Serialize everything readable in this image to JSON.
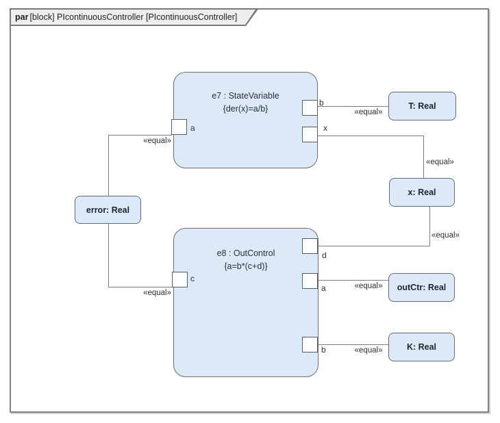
{
  "diagram": {
    "header": {
      "keyword": "par",
      "title": "[block] PIcontinuousController [PIcontinuousController]"
    },
    "constraint_blocks": [
      {
        "id": "e7",
        "title": "e7 : StateVariable",
        "constraint": "{der(x)=a/b}",
        "ports": [
          {
            "label": "a"
          },
          {
            "label": "b"
          },
          {
            "label": "x"
          }
        ]
      },
      {
        "id": "e8",
        "title": "e8 : OutControl",
        "constraint": "{a=b*(c+d)}",
        "ports": [
          {
            "label": "c"
          },
          {
            "label": "d"
          },
          {
            "label": "a"
          },
          {
            "label": "b"
          }
        ]
      }
    ],
    "value_nodes": [
      {
        "label": "T: Real"
      },
      {
        "label": "x: Real"
      },
      {
        "label": "error: Real"
      },
      {
        "label": "outCtr: Real"
      },
      {
        "label": "K: Real"
      }
    ],
    "connectors": [
      {
        "from": "error: Real",
        "to": "e7.a",
        "label": "«equal»"
      },
      {
        "from": "error: Real",
        "to": "e8.c",
        "label": "«equal»"
      },
      {
        "from": "e7.b",
        "to": "T: Real",
        "label": "«equal»"
      },
      {
        "from": "e7.x",
        "to": "x: Real",
        "label": "«equal»"
      },
      {
        "from": "x: Real",
        "to": "e8.d",
        "label": "«equal»"
      },
      {
        "from": "e8.a",
        "to": "outCtr: Real",
        "label": "«equal»"
      },
      {
        "from": "e8.b",
        "to": "K: Real",
        "label": "«equal»"
      }
    ],
    "colors": {
      "node_fill": "#dbe9f8",
      "node_border": "#5f6b7a",
      "block_border": "#6e6e6e",
      "connector_line": "#7d7d7d",
      "header_fill": "#eeeeee",
      "frame_border": "#7f7f7f",
      "port_fill": "#fcfdff",
      "text": "#2b2f36"
    }
  }
}
